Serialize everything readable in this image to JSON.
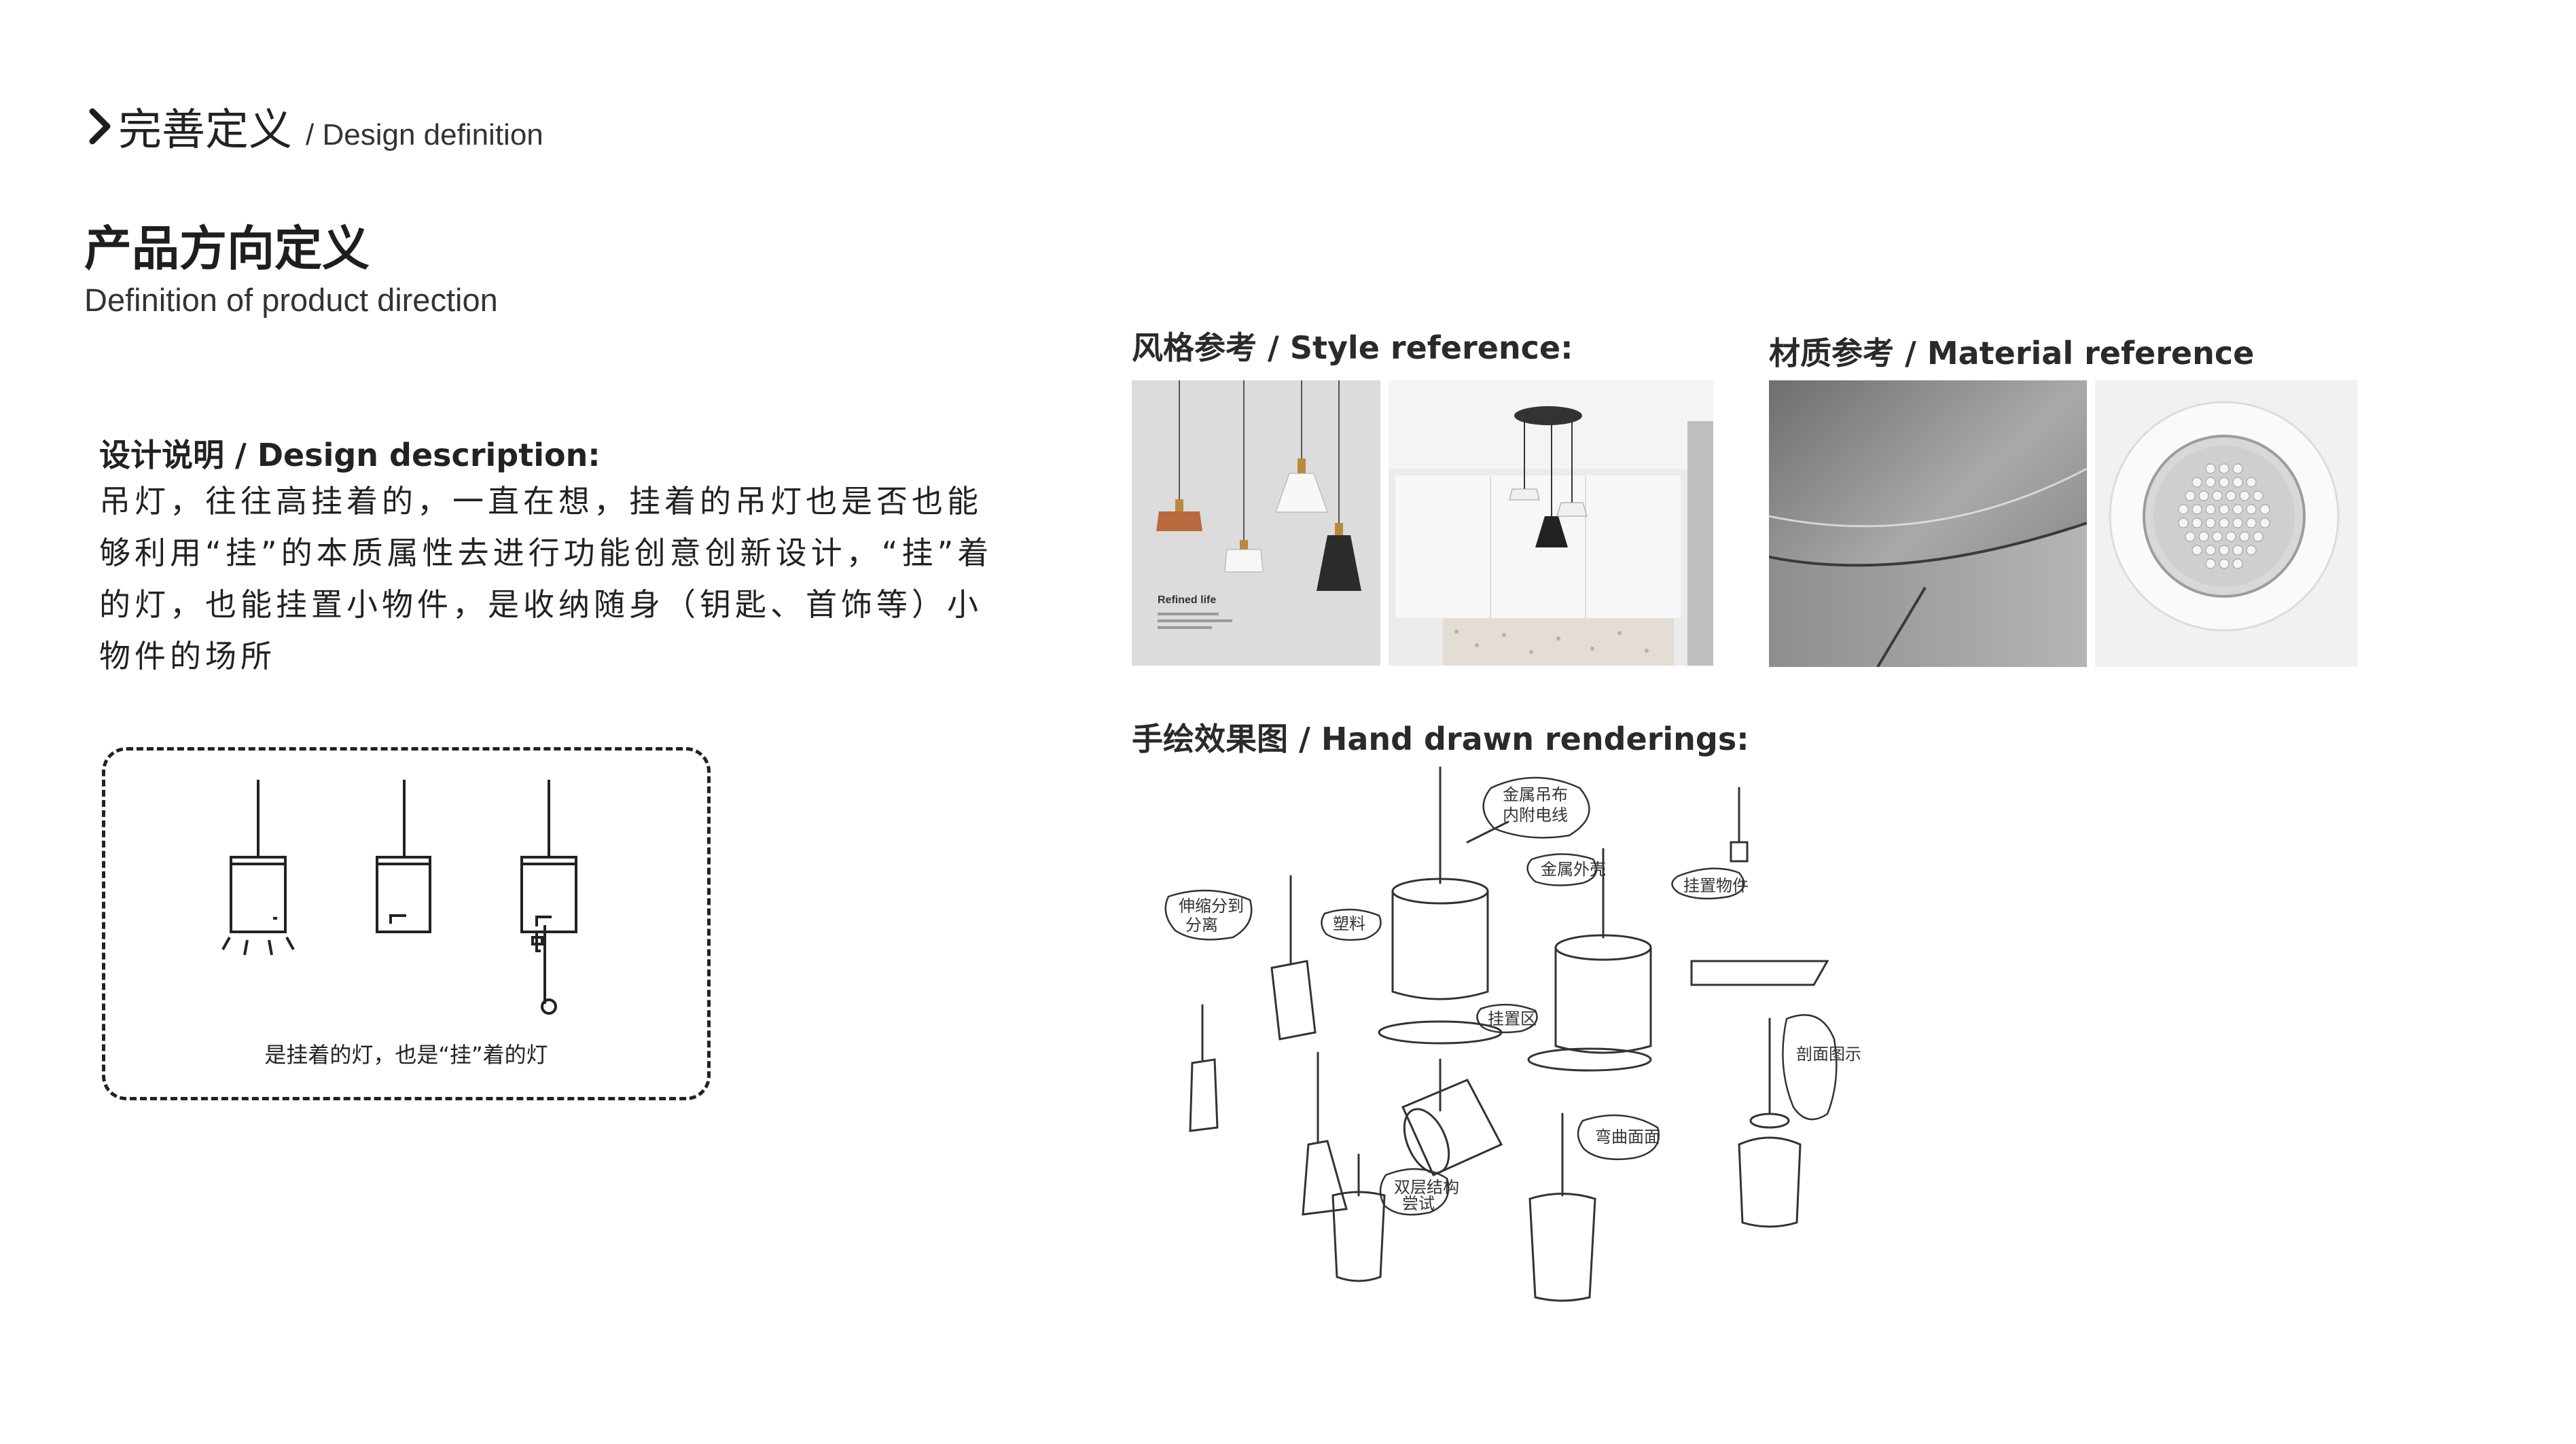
{
  "header": {
    "title_cn": "完善定义",
    "title_en": "/ Design definition"
  },
  "section": {
    "title_cn": "产品方向定义",
    "title_en": "Definition of product direction"
  },
  "description": {
    "label": "设计说明 / Design description:",
    "text": "吊灯，往往高挂着的，一直在想，挂着的吊灯也是否也能够利用“挂”的本质属性去进行功能创意创新设计，“挂”着的灯，也能挂置小物件，是收纳随身（钥匙、首饰等）小物件的场所"
  },
  "concept": {
    "caption": "是挂着的灯，也是“挂”着的灯"
  },
  "style_reference": {
    "label": "风格参考 / Style reference:",
    "photo_text": "Refined life"
  },
  "material_reference": {
    "label": "材质参考 / Material reference"
  },
  "sketch": {
    "label": "手绘效果图 / Hand drawn renderings:",
    "notes": [
      "金属吊布\n内附电线",
      "金属外壳",
      "挂置物件",
      "伸缩分到\n分离",
      "塑料",
      "挂置区",
      "剖面图示",
      "弯曲面面",
      "双层结构\n尝试"
    ]
  }
}
